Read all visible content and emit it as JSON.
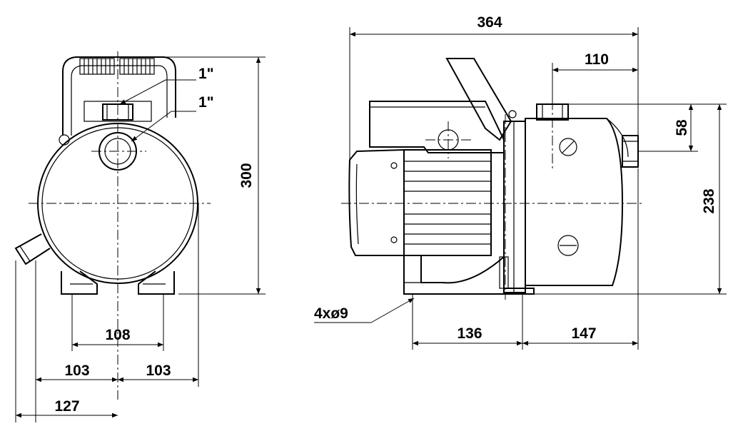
{
  "dimensions": {
    "front_thread_top": "1\"",
    "front_thread_side": "1\"",
    "front_height": "300",
    "front_foot_spacing": "108",
    "front_left_half": "103",
    "front_right_half": "103",
    "front_left_extent": "127",
    "side_total_length": "364",
    "side_outlet_offset": "110",
    "side_outlet_height": "58",
    "side_inlet_height": "238",
    "side_foot_holes": "4xø9",
    "side_foot_length": "136",
    "side_inlet_length": "147"
  }
}
